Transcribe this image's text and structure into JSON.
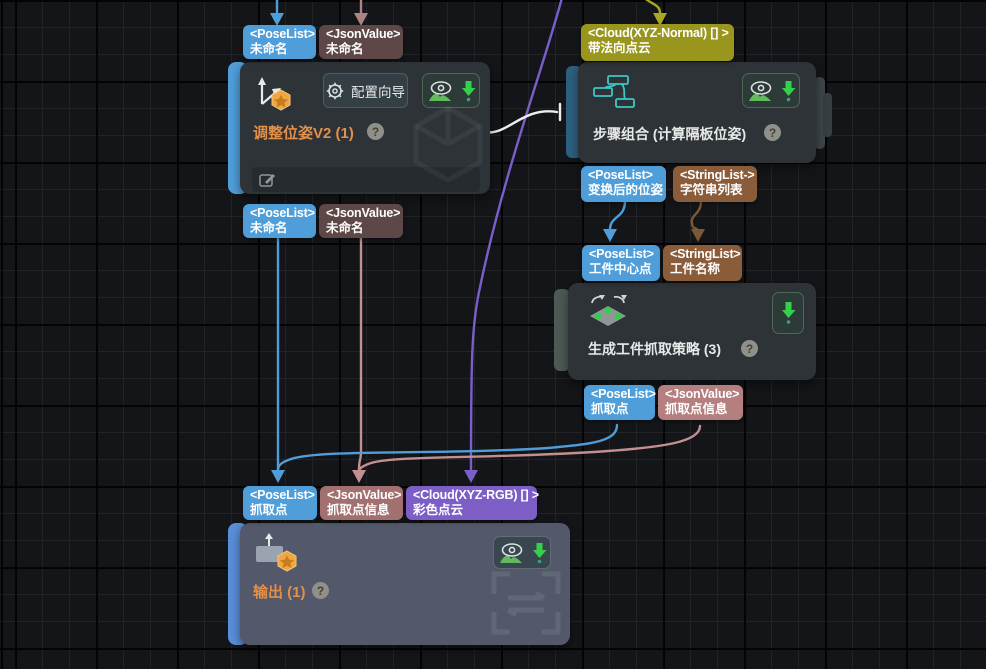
{
  "app": {
    "view": "node-graph-editor"
  },
  "colors": {
    "canvas_bg": "#141518",
    "node_bg": "#2e3338",
    "selected_node_bg": "#53586a",
    "accent_blue": "#4f9eda",
    "port_json_dim": "#5e4747",
    "port_json_salmon": "#b57f7f",
    "port_string_brown": "#8a5c3a",
    "port_cloud_olive": "#99961e",
    "port_cloud_purple": "#7d5ec6",
    "title_orange": "#e2904a",
    "action_green": "#35d04b"
  },
  "nodes": {
    "adjust_pose": {
      "title": "调整位姿V2 (1)",
      "help": "?",
      "wizard_label": "配置向导"
    },
    "step_group": {
      "title": "步骤组合 (计算隔板位姿)",
      "help": "?"
    },
    "grasp_strategy": {
      "title": "生成工件抓取策略 (3)",
      "help": "?"
    },
    "output": {
      "title": "输出 (1)",
      "help": "?"
    }
  },
  "ports": [
    {
      "id": "adjust-pose-in-pose",
      "type": "<PoseList>",
      "name": "未命名"
    },
    {
      "id": "adjust-pose-in-json",
      "type": "<JsonValue>",
      "name": "未命名"
    },
    {
      "id": "adjust-pose-out-pose",
      "type": "<PoseList>",
      "name": "未命名"
    },
    {
      "id": "adjust-pose-out-json",
      "type": "<JsonValue>",
      "name": "未命名"
    },
    {
      "id": "step-group-in-cloud",
      "type": "<Cloud(XYZ-Normal) [] >",
      "name": "带法向点云"
    },
    {
      "id": "step-group-out-pose",
      "type": "<PoseList>",
      "name": "变换后的位姿"
    },
    {
      "id": "step-group-out-strings",
      "type": "<StringList->",
      "name": "字符串列表"
    },
    {
      "id": "grasp-in-centers",
      "type": "<PoseList>",
      "name": "工件中心点"
    },
    {
      "id": "grasp-in-names",
      "type": "<StringList>",
      "name": "工件名称"
    },
    {
      "id": "grasp-out-picks",
      "type": "<PoseList>",
      "name": "抓取点"
    },
    {
      "id": "grasp-out-info",
      "type": "<JsonValue>",
      "name": "抓取点信息"
    },
    {
      "id": "output-in-picks",
      "type": "<PoseList>",
      "name": "抓取点"
    },
    {
      "id": "output-in-info",
      "type": "<JsonValue>",
      "name": "抓取点信息"
    },
    {
      "id": "output-in-cloud",
      "type": "<Cloud(XYZ-RGB) [] >",
      "name": "彩色点云"
    }
  ],
  "wires": [
    {
      "from": "external-top",
      "to": "adjust-pose-in-pose",
      "color": "#4f9eda"
    },
    {
      "from": "external-top",
      "to": "adjust-pose-in-json",
      "color": "#ab8484"
    },
    {
      "from": "external-top",
      "to": "step-group-in-cloud",
      "color": "#a9a526"
    },
    {
      "from": "external-top",
      "to": "output-in-cloud",
      "color": "#7a5fc8"
    },
    {
      "from": "adjust-pose-exec-out",
      "to": "step-group-exec-in",
      "color": "#ededed"
    },
    {
      "from": "step-group-out-pose",
      "to": "grasp-in-centers",
      "color": "#4f9eda"
    },
    {
      "from": "step-group-out-strings",
      "to": "grasp-in-names",
      "color": "#7b5936"
    },
    {
      "from": "adjust-pose-out-pose",
      "to": "output-in-picks",
      "color": "#4f9eda"
    },
    {
      "from": "adjust-pose-out-json",
      "to": "output-in-info",
      "color": "#c29090"
    },
    {
      "from": "grasp-out-picks",
      "to": "output-in-picks",
      "color": "#4f9eda"
    },
    {
      "from": "grasp-out-info",
      "to": "output-in-info",
      "color": "#c29090"
    }
  ],
  "icons": {
    "adjust_pose": "axes-star-icon",
    "wizard": "gear-icon",
    "visualize": "eye-mountain-icon",
    "save_output": "download-arrow-icon",
    "step_group": "flowchart-icon",
    "grasp_strategy": "diamond-dots-icon",
    "output": "box-upload-star-icon",
    "comment": "edit-pencil-icon",
    "watermarks": [
      "cube-watermark-icon",
      "swap-brackets-watermark-icon"
    ]
  }
}
